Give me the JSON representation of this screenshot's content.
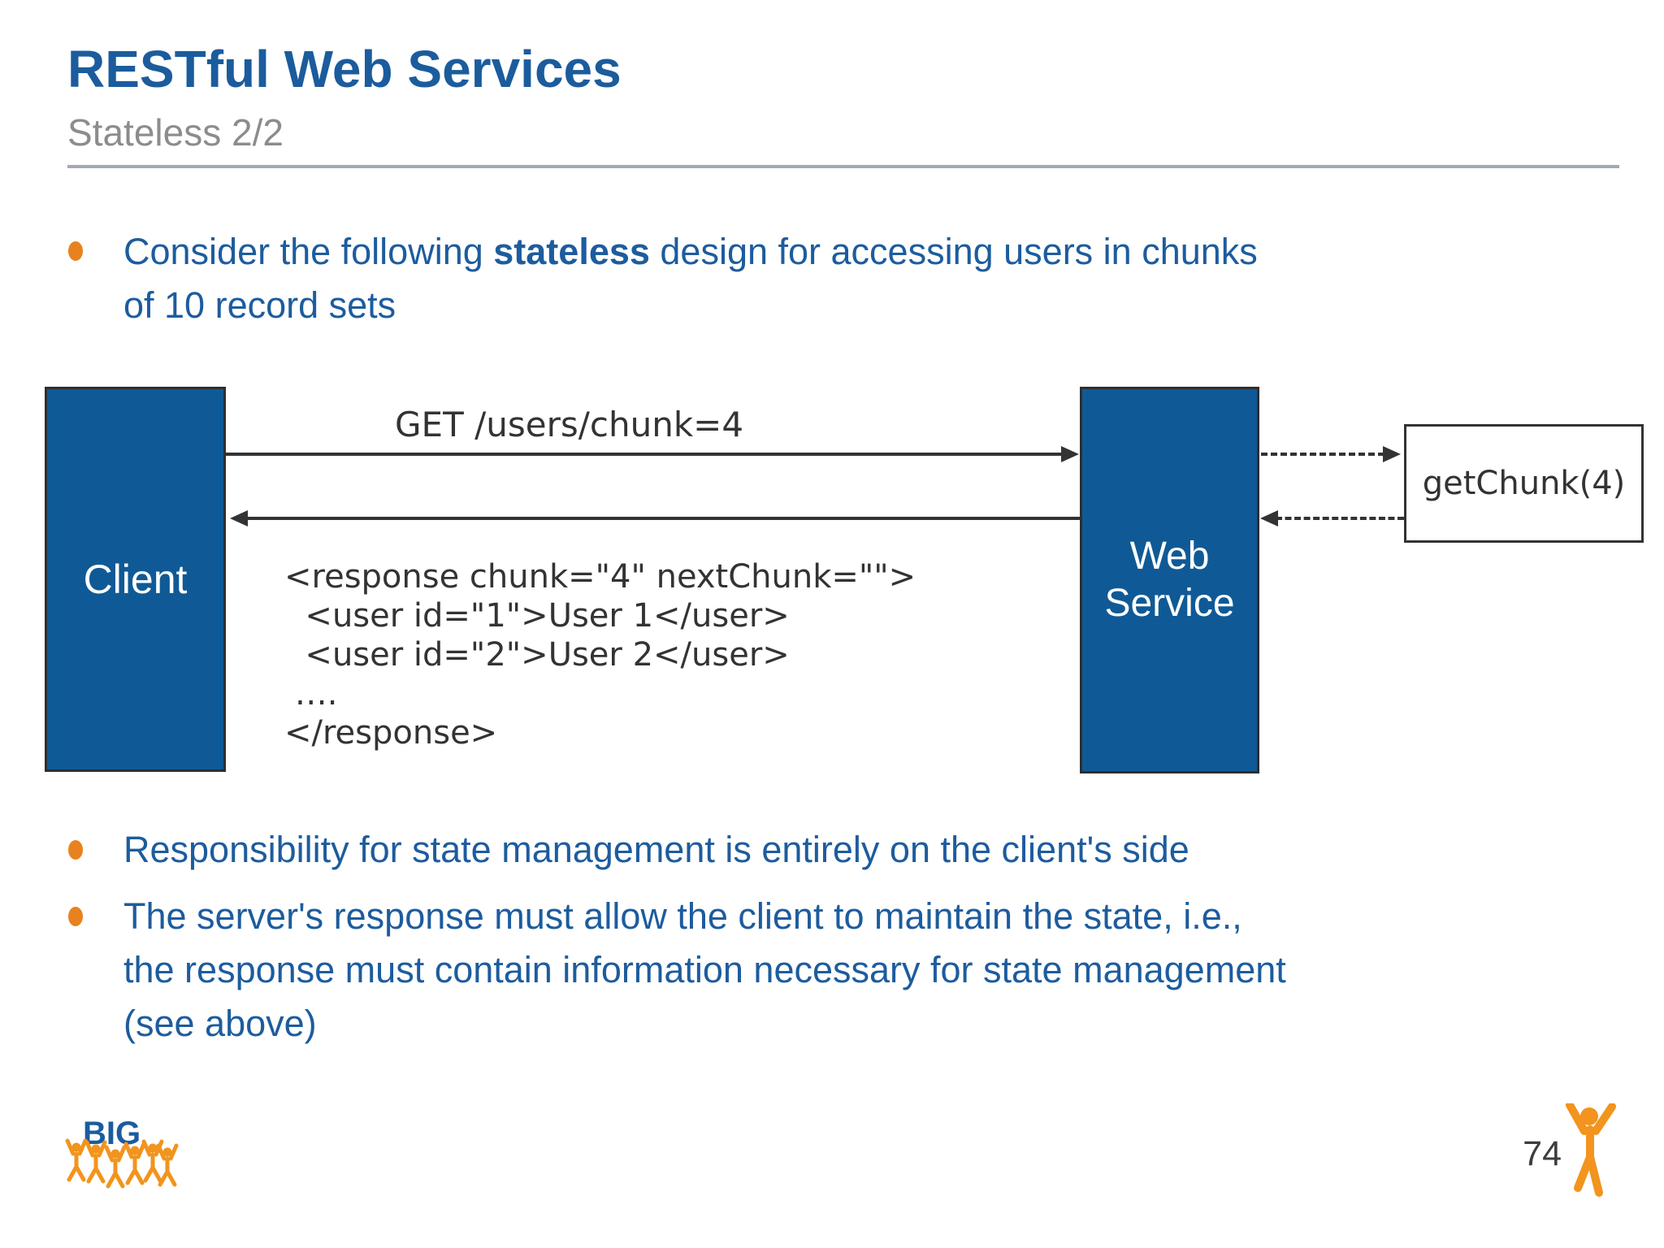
{
  "slide": {
    "title": "RESTful Web Services",
    "subtitle": "Stateless 2/2",
    "page_number": "74",
    "logo_text": "BIG"
  },
  "bullets": {
    "b1_prefix": "Consider the following ",
    "b1_bold": "stateless",
    "b1_suffix_lines": [
      " design for accessing users in chunks",
      "of 10 record sets"
    ],
    "b2_lines": [
      "Responsibility for state management is entirely on the client's side"
    ],
    "b3_lines": [
      "The server's response must allow the client to maintain the state, i.e.,",
      "the response must contain information necessary for state management",
      "(see above)"
    ]
  },
  "diagram": {
    "client_label": "Client",
    "web_service_label_lines": [
      "Web",
      "Service"
    ],
    "request_label": "GET /users/chunk=4",
    "internal_call_label": "getChunk(4)",
    "response_lines": [
      "<response chunk=\"4\" nextChunk=\"\">",
      "  <user id=\"1\">User 1</user>",
      "  <user id=\"2\">User 2</user>",
      " ….",
      "</response>"
    ]
  },
  "colors": {
    "title_blue": "#1b5c9d",
    "body_text_blue": "#1d5c9e",
    "subtitle_gray": "#8c8c8c",
    "separator_gray": "#a4aab3",
    "actor_box_blue": "#0f5a96",
    "bullet_orange": "#e8821e",
    "figure_orange": "#f2941d",
    "diagram_text_gray": "#333333"
  }
}
